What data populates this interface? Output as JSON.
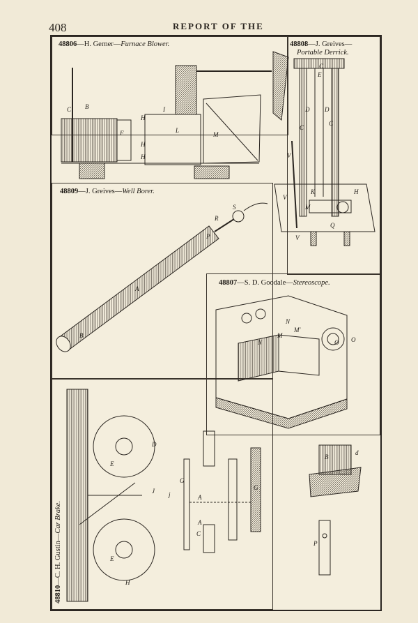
{
  "page": {
    "number": "408",
    "running_head": "REPORT OF THE"
  },
  "figures": [
    {
      "id": "f1",
      "patent": "48806",
      "sep": "—H. Gerner—",
      "title": "Furnace Blower."
    },
    {
      "id": "f2",
      "patent": "48808",
      "sep": "—J. Greives—",
      "title": "Portable Derrick."
    },
    {
      "id": "f3",
      "patent": "48809",
      "sep": "—J. Greives—",
      "title": "Well Borer."
    },
    {
      "id": "f4",
      "patent": "48807",
      "sep": "—S. D. Goodale—",
      "title": "Stereoscope."
    },
    {
      "id": "f5",
      "patent": "48810",
      "sep": "—C. H. Gustin—",
      "title": "Car Brake."
    }
  ],
  "labels": {
    "blower": [
      "C",
      "B",
      "F",
      "H",
      "H",
      "H",
      "I",
      "L",
      "M"
    ],
    "derrick": [
      "C",
      "E",
      "D",
      "D",
      "C",
      "C",
      "V",
      "V",
      "M",
      "Q",
      "H",
      "V",
      "K"
    ],
    "borer": [
      "A",
      "B",
      "P",
      "R",
      "S"
    ],
    "stereo": [
      "N",
      "M",
      "M'",
      "N",
      "O",
      "O"
    ],
    "brake": [
      "E",
      "E",
      "H",
      "D",
      "J",
      "G",
      "G",
      "A",
      "A",
      "C",
      "j",
      "B",
      "d",
      "P"
    ]
  }
}
